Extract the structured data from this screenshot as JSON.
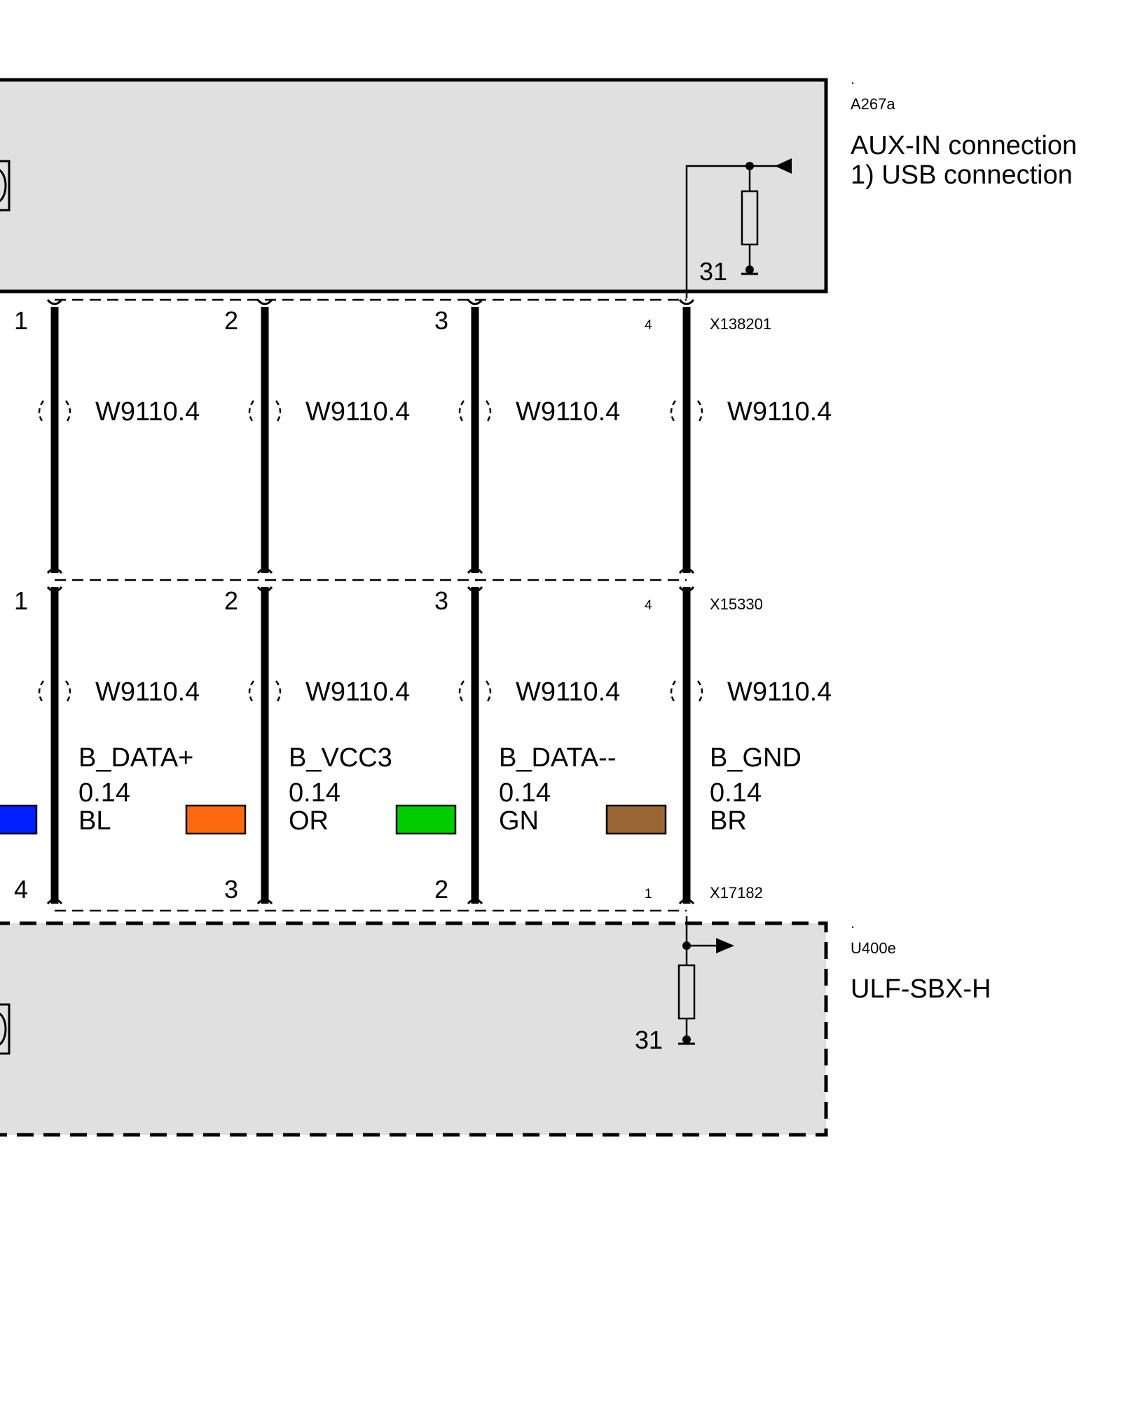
{
  "modules": {
    "top": {
      "dot": ".",
      "id": "A267a",
      "line1": "AUX-IN connection",
      "line2": "1) USB connection",
      "ground": "31",
      "fill": "#e0e0e0"
    },
    "bottom": {
      "dot": ".",
      "id": "U400e",
      "line1": "ULF-SBX-H",
      "ground": "31",
      "fill": "#e0e0e0"
    }
  },
  "connectors": {
    "c1": {
      "id": "X138201",
      "pins": [
        "1",
        "2",
        "3",
        "4"
      ]
    },
    "c2": {
      "id": "X15330",
      "pins": [
        "1",
        "2",
        "3",
        "4"
      ]
    },
    "c3": {
      "id": "X17182",
      "pins": [
        "4",
        "3",
        "2",
        "1"
      ]
    }
  },
  "wire_harness": "W9110.4",
  "signals": [
    {
      "name": "B_DATA+",
      "gauge": "0.14",
      "color_code": "BL",
      "swatch_color": "#0020ff"
    },
    {
      "name": "B_VCC3",
      "gauge": "0.14",
      "color_code": "OR",
      "swatch_color": "#ff6a10"
    },
    {
      "name": "B_DATA--",
      "gauge": "0.14",
      "color_code": "GN",
      "swatch_color": "#00cc00"
    },
    {
      "name": "B_GND",
      "gauge": "0.14",
      "color_code": "BR",
      "swatch_color": "#996633"
    }
  ]
}
